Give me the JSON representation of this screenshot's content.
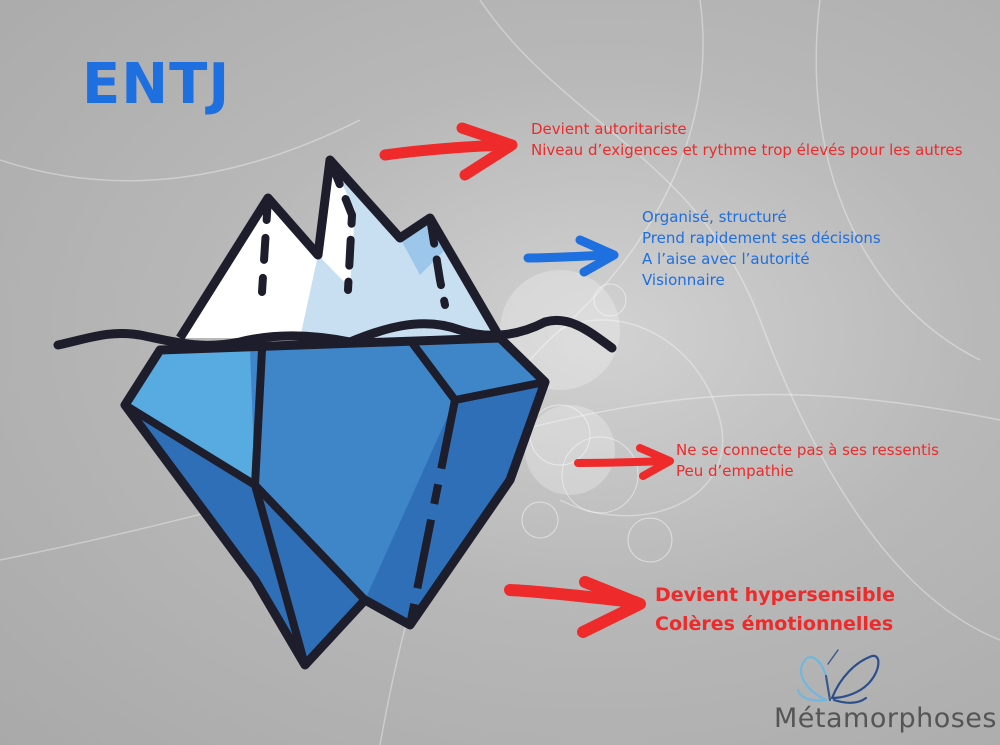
{
  "title": "ENTJ",
  "colors": {
    "title": "#1e6fe0",
    "red": "#ee2a2a",
    "blue": "#1e6fe0",
    "ice_dark": "#2e6fb7",
    "ice_mid": "#3f86c9",
    "ice_light": "#58abe0",
    "snow": "#ffffff",
    "snow_shade": "#c8dff2",
    "outline": "#1d1d2b"
  },
  "annotations": [
    {
      "id": "tip",
      "color": "red",
      "lines": [
        "Devient autoritariste",
        "Niveau d’exigences et rythme trop élevés pour les autres"
      ]
    },
    {
      "id": "visible",
      "color": "blue",
      "lines": [
        "Organisé, structuré",
        "Prend rapidement ses décisions",
        "A l’aise avec l’autorité",
        "Visionnaire"
      ]
    },
    {
      "id": "submerged",
      "color": "red",
      "lines": [
        "Ne se connecte pas à ses ressentis",
        "Peu d’empathie"
      ]
    },
    {
      "id": "deep",
      "color": "red",
      "lines": [
        "Devient hypersensible",
        "Colères émotionnelles"
      ]
    }
  ],
  "brand": {
    "name": "Métamorphoses",
    "logo_icon": "butterfly-icon"
  }
}
